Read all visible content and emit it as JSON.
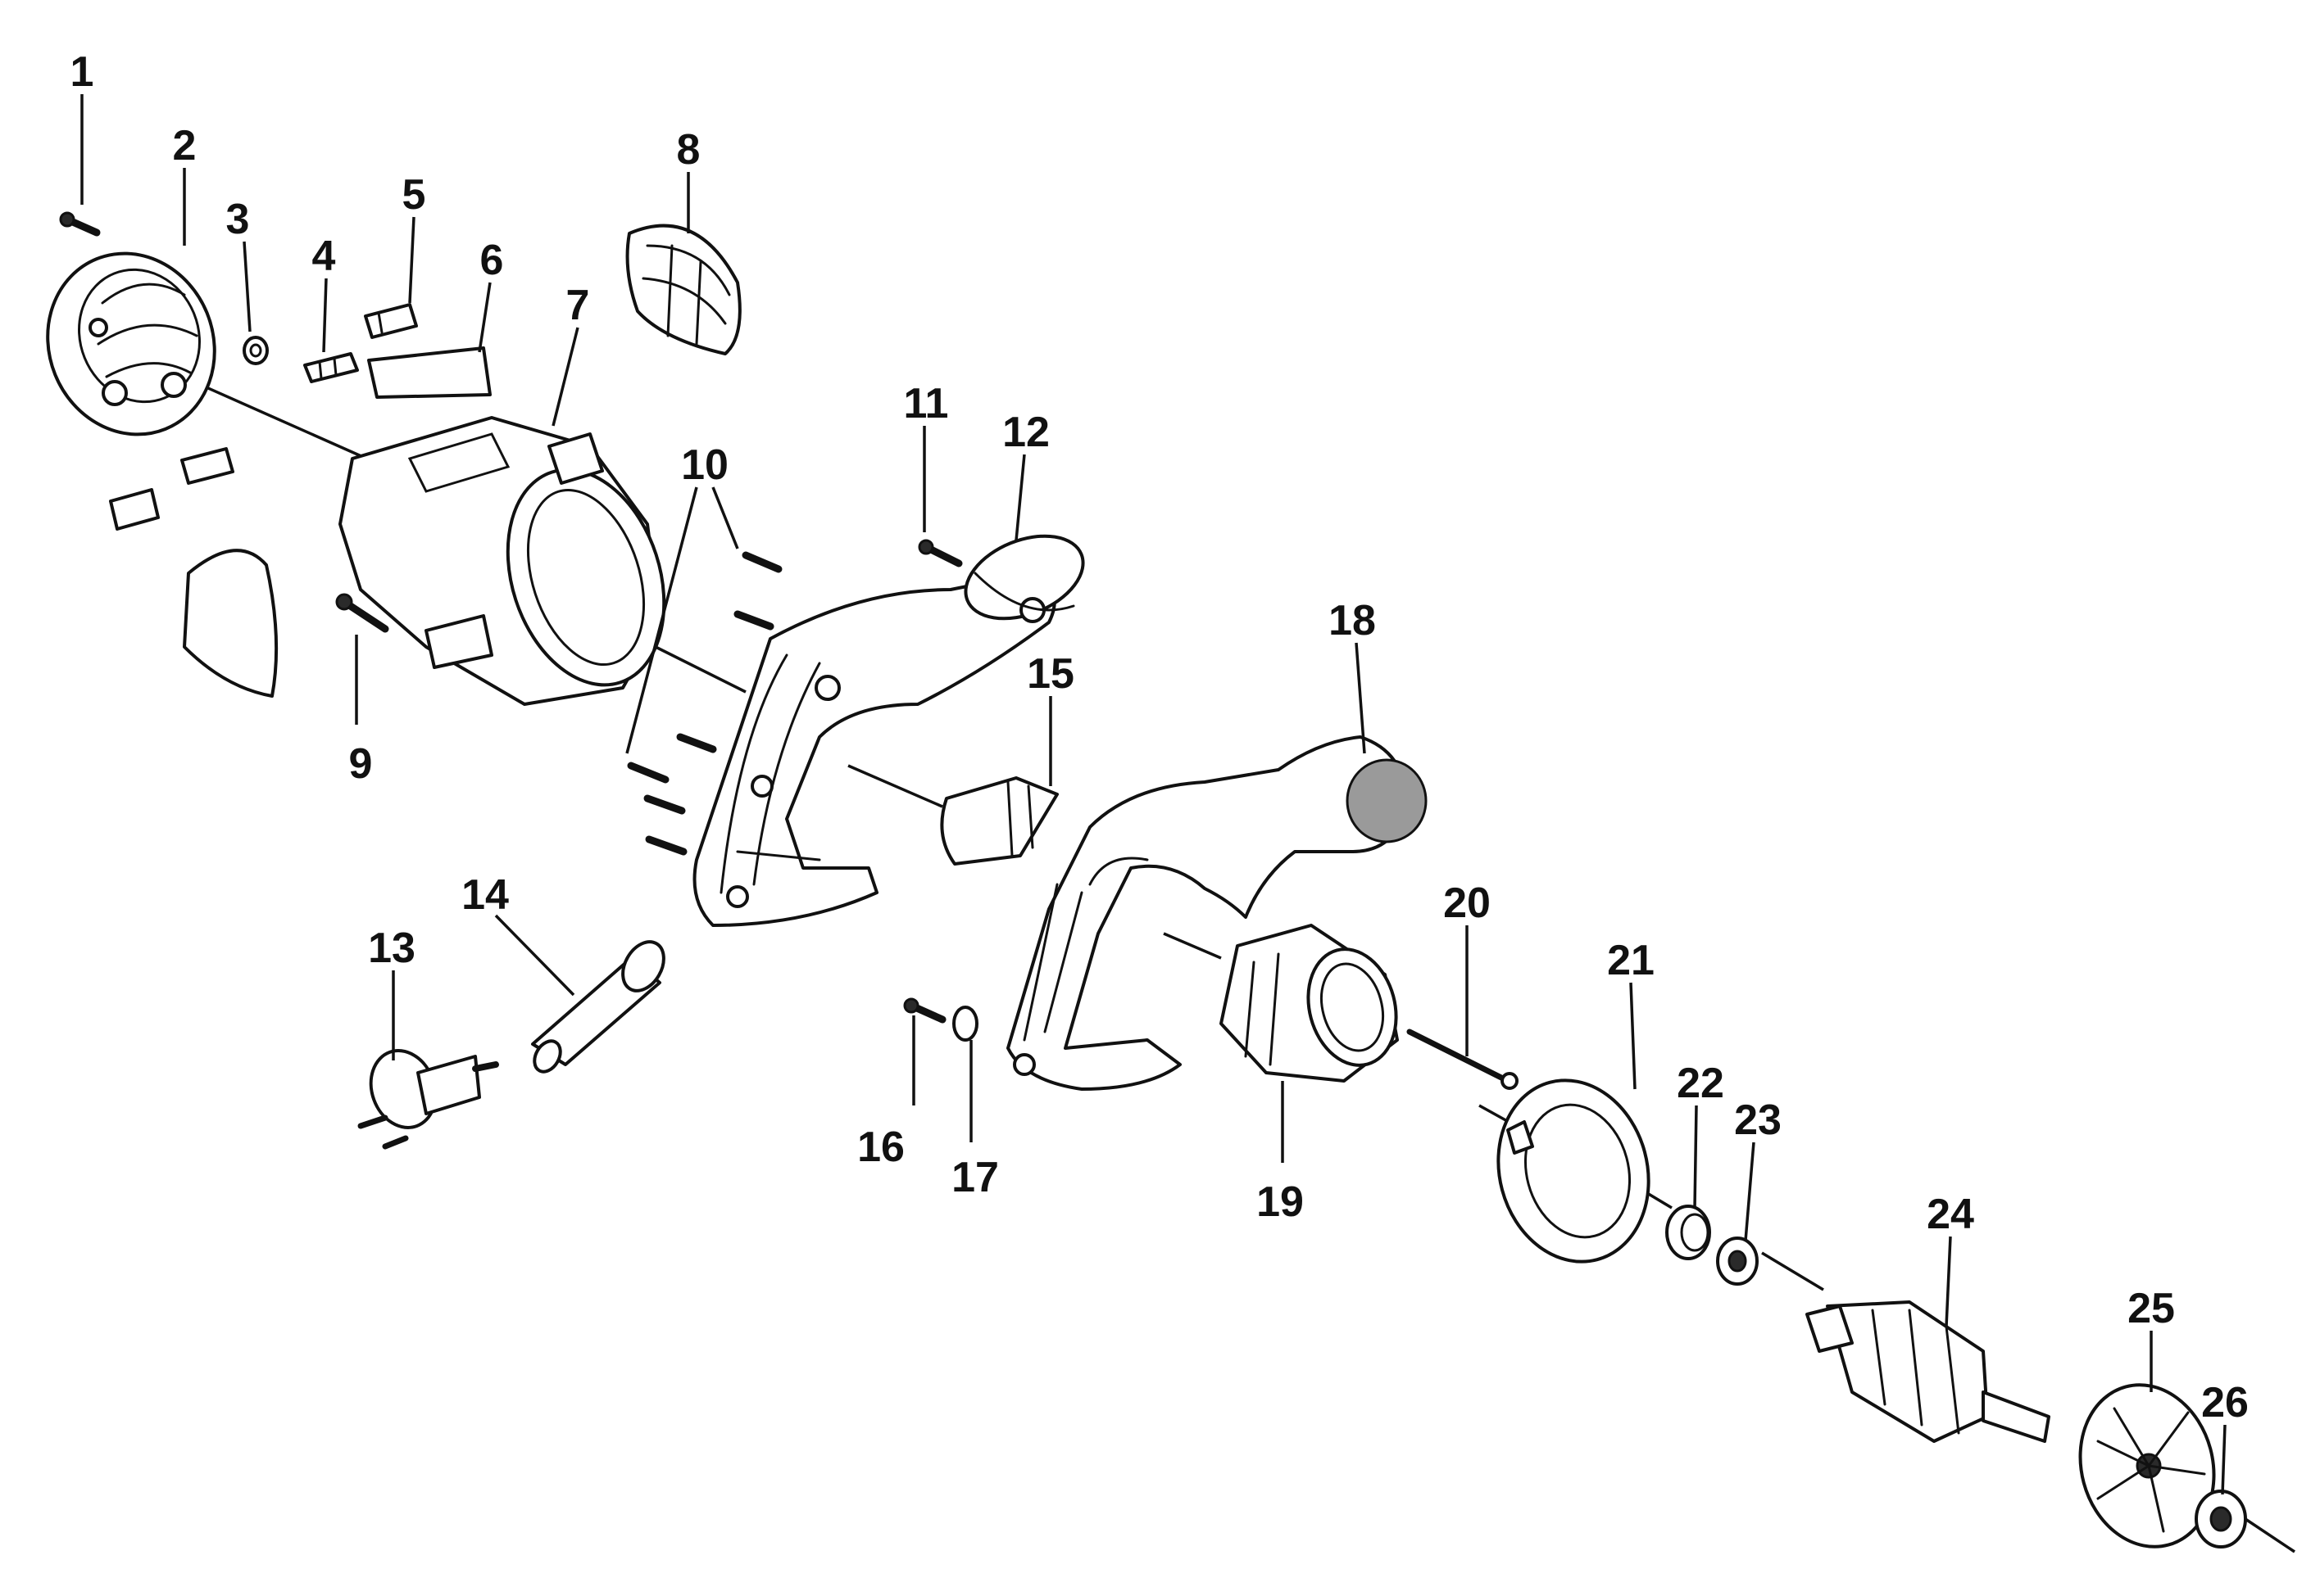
{
  "callouts": [
    {
      "id": "1",
      "label": "1"
    },
    {
      "id": "2",
      "label": "2"
    },
    {
      "id": "3",
      "label": "3"
    },
    {
      "id": "4",
      "label": "4"
    },
    {
      "id": "5",
      "label": "5"
    },
    {
      "id": "6",
      "label": "6"
    },
    {
      "id": "7",
      "label": "7"
    },
    {
      "id": "8",
      "label": "8"
    },
    {
      "id": "9",
      "label": "9"
    },
    {
      "id": "10",
      "label": "10"
    },
    {
      "id": "11",
      "label": "11"
    },
    {
      "id": "12",
      "label": "12"
    },
    {
      "id": "13",
      "label": "13"
    },
    {
      "id": "14",
      "label": "14"
    },
    {
      "id": "15",
      "label": "15"
    },
    {
      "id": "16",
      "label": "16"
    },
    {
      "id": "17",
      "label": "17"
    },
    {
      "id": "18",
      "label": "18"
    },
    {
      "id": "19",
      "label": "19"
    },
    {
      "id": "20",
      "label": "20"
    },
    {
      "id": "21",
      "label": "21"
    },
    {
      "id": "22",
      "label": "22"
    },
    {
      "id": "23",
      "label": "23"
    },
    {
      "id": "24",
      "label": "24"
    },
    {
      "id": "25",
      "label": "25"
    },
    {
      "id": "26",
      "label": "26"
    }
  ],
  "colors": {
    "ink": "#111111",
    "background": "#ffffff"
  }
}
